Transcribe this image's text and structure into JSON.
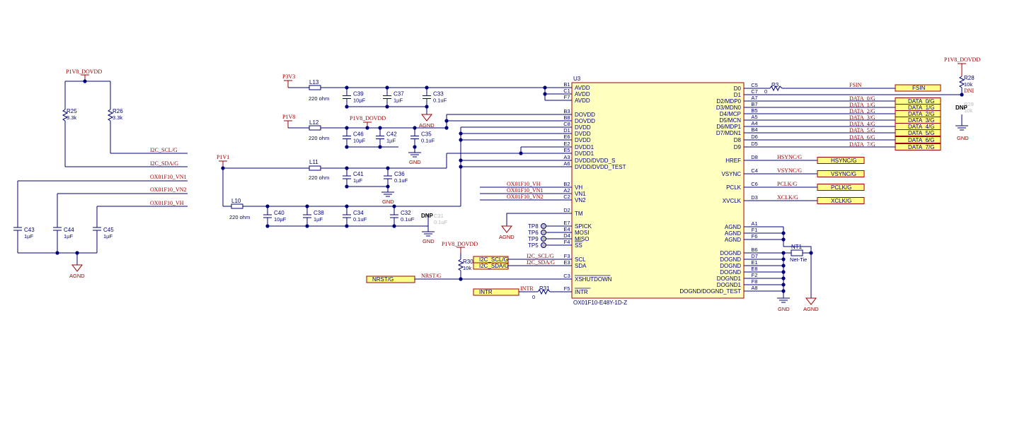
{
  "ic": {
    "ref": "U3",
    "part": "OX01F10-E48Y-1D-Z",
    "left_pins": [
      {
        "num": "B1",
        "name": "AVDD"
      },
      {
        "num": "C1",
        "name": "AVDD"
      },
      {
        "num": "F7",
        "name": "AVDD"
      },
      {
        "num": "B3",
        "name": "DOVDD"
      },
      {
        "num": "B8",
        "name": "DOVDD"
      },
      {
        "num": "C8",
        "name": "DVDD"
      },
      {
        "num": "D1",
        "name": "DVDD"
      },
      {
        "num": "E6",
        "name": "DVDD"
      },
      {
        "num": "E2",
        "name": "DVDD1"
      },
      {
        "num": "E5",
        "name": "DVDD1"
      },
      {
        "num": "A3",
        "name": "DVDD/DVDD_S"
      },
      {
        "num": "A6",
        "name": "DVDD/DVDD_TEST"
      },
      {
        "num": "B2",
        "name": "VH"
      },
      {
        "num": "A2",
        "name": "VN1"
      },
      {
        "num": "C2",
        "name": "VN2"
      },
      {
        "num": "D2",
        "name": "TM"
      },
      {
        "num": "E7",
        "name": "SPICK"
      },
      {
        "num": "E4",
        "name": "MOSI"
      },
      {
        "num": "D4",
        "name": "MISO"
      },
      {
        "num": "F4",
        "name": "SS"
      },
      {
        "num": "F3",
        "name": "SCL"
      },
      {
        "num": "E3",
        "name": "SDA"
      },
      {
        "num": "C3",
        "name": "XSHUTDOWN"
      },
      {
        "num": "F5",
        "name": "INTR"
      }
    ],
    "right_pins": [
      {
        "num": "C5",
        "name": "D0"
      },
      {
        "num": "C7",
        "name": "D1"
      },
      {
        "num": "A7",
        "name": "D2/MDP0"
      },
      {
        "num": "B7",
        "name": "D3/MDN0"
      },
      {
        "num": "B5",
        "name": "D4/MCP"
      },
      {
        "num": "A5",
        "name": "D5/MCN"
      },
      {
        "num": "A4",
        "name": "D6/MDP1"
      },
      {
        "num": "B4",
        "name": "D7/MDN1"
      },
      {
        "num": "D6",
        "name": "D8"
      },
      {
        "num": "D5",
        "name": "D9"
      },
      {
        "num": "D8",
        "name": "HREF"
      },
      {
        "num": "C4",
        "name": "VSYNC"
      },
      {
        "num": "C6",
        "name": "PCLK"
      },
      {
        "num": "D3",
        "name": "XVCLK"
      },
      {
        "num": "A1",
        "name": "AGND"
      },
      {
        "num": "F1",
        "name": "AGND"
      },
      {
        "num": "F6",
        "name": "AGND"
      },
      {
        "num": "B6",
        "name": "DOGND"
      },
      {
        "num": "D7",
        "name": "DOGND"
      },
      {
        "num": "E1",
        "name": "DOGND"
      },
      {
        "num": "E8",
        "name": "DOGND"
      },
      {
        "num": "F2",
        "name": "DOGND1"
      },
      {
        "num": "F8",
        "name": "DOGND1"
      },
      {
        "num": "A8",
        "name": "DOGND/DOGND_TEST"
      }
    ]
  },
  "power": {
    "p3v3": "P3V3",
    "p1v8": "P1V8",
    "p1v8_dovdd": "P1V8_DOVDD",
    "p1v1": "P1V1",
    "agnd": "AGND",
    "gnd": "GND"
  },
  "inductors": [
    {
      "ref": "L13",
      "value": "220 ohm"
    },
    {
      "ref": "L12",
      "value": "220 ohm"
    },
    {
      "ref": "L11",
      "value": "220 ohm"
    },
    {
      "ref": "L10",
      "value": "220 ohm"
    }
  ],
  "capacitors": [
    {
      "ref": "C39",
      "value": "10µF"
    },
    {
      "ref": "C37",
      "value": "1µF"
    },
    {
      "ref": "C33",
      "value": "0.1uF"
    },
    {
      "ref": "C46",
      "value": "10µF"
    },
    {
      "ref": "C42",
      "value": "1µF"
    },
    {
      "ref": "C35",
      "value": "0.1uF"
    },
    {
      "ref": "C41",
      "value": "1µF"
    },
    {
      "ref": "C36",
      "value": "0.1uF"
    },
    {
      "ref": "C40",
      "value": "10µF"
    },
    {
      "ref": "C38",
      "value": "1µF"
    },
    {
      "ref": "C34",
      "value": "0.1uF"
    },
    {
      "ref": "C32",
      "value": "0.1uF"
    },
    {
      "ref": "C43",
      "value": "1µF"
    },
    {
      "ref": "C44",
      "value": "1µF"
    },
    {
      "ref": "C45",
      "value": "1µF"
    }
  ],
  "c31": {
    "ref": "C31",
    "value": "0.1uF",
    "dnp": "DNP"
  },
  "resistors": {
    "r25": {
      "ref": "R25",
      "value": "3.3k"
    },
    "r26": {
      "ref": "R26",
      "value": "3.3k"
    },
    "r30": {
      "ref": "R30",
      "value": "10k"
    },
    "r31": {
      "ref": "R31",
      "value": "0"
    },
    "r3": {
      "ref": "R3",
      "value": "0"
    },
    "r28": {
      "ref": "R28",
      "value": "10k",
      "note": "DNI"
    },
    "r29": {
      "ref": "R29",
      "value": "10k",
      "dnp": "DNP"
    }
  },
  "nettie": {
    "ref": "NT1",
    "value": "Net-Tie"
  },
  "test_points": [
    "TP8",
    "TP6",
    "TP9",
    "TP5"
  ],
  "nets": {
    "i2c_scl": "I2C_SCL/G",
    "i2c_sda": "I2C_SDA/G",
    "vn1": "OX01F10_VN1",
    "vn2": "OX01F10_VN2",
    "vh": "OX01F10_VH",
    "nrst": "NRST/G",
    "intr": "INTR",
    "fsin": "FSIN",
    "data": [
      "DATA_0/G",
      "DATA_1/G",
      "DATA_2/G",
      "DATA_3/G",
      "DATA_4/G",
      "DATA_5/G",
      "DATA_6/G",
      "DATA_7/G"
    ],
    "hsync": "HSYNC/G",
    "vsync": "VSYNC/G",
    "pclk": "PCLK/G",
    "xclk": "XCLK/G"
  },
  "ports": {
    "fsin": "FSIN",
    "data": [
      "DATA_0/G",
      "DATA_1/G",
      "DATA_2/G",
      "DATA_3/G",
      "DATA_4/G",
      "DATA_5/G",
      "DATA_6/G",
      "DATA_7/G"
    ],
    "hsync": "HSYNC/G",
    "vsync": "VSYNC/G",
    "pclk": "PCLK/G",
    "xclk": "XCLK/G",
    "scl": "I2C_SCL/G",
    "sda": "I2C_SDA/G",
    "nrst": "NRST/G",
    "intr": "INTR"
  },
  "colors": {
    "wire": "#00007a",
    "net_label": "#a00000",
    "ic_fill": "#ffffc0",
    "port_fill": "#ffff88"
  }
}
